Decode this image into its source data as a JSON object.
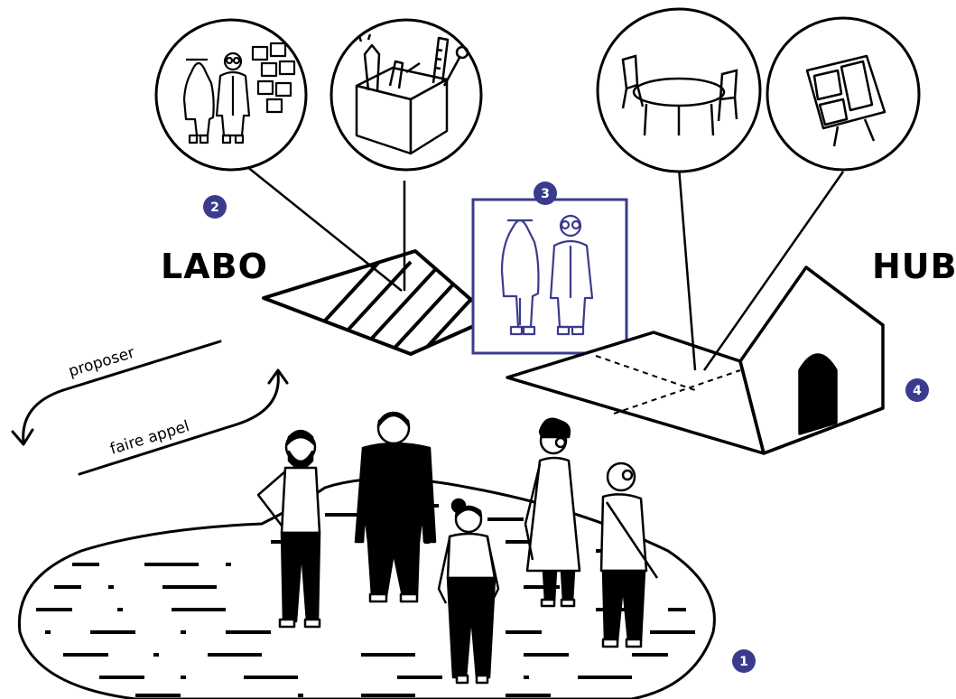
{
  "labels": {
    "labo": "LABO",
    "hub": "HUB",
    "proposer": "proposer",
    "faire_appel": "faire appel"
  },
  "badges": [
    "1",
    "2",
    "3",
    "4"
  ],
  "colors": {
    "ink": "#000000",
    "accent": "#3b3b8e",
    "background": "#ffffff"
  },
  "icons": [
    "people-with-sticky-notes-icon",
    "toolbox-icon",
    "meeting-table-icon",
    "whiteboard-icon",
    "two-people-icon"
  ]
}
